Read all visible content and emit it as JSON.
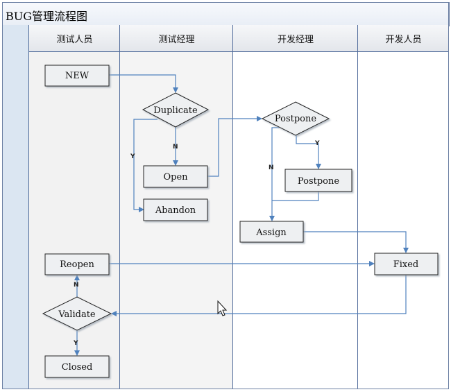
{
  "title": "BUG管理流程图",
  "lanes": [
    {
      "label": "测试人员"
    },
    {
      "label": "测试经理"
    },
    {
      "label": "开发经理"
    },
    {
      "label": "开发人员"
    }
  ],
  "nodes": {
    "new": "NEW",
    "duplicate": "Duplicate",
    "open": "Open",
    "abandon": "Abandon",
    "postpone_decision": "Postpone",
    "postpone_box": "Postpone",
    "assign": "Assign",
    "reopen": "Reopen",
    "fixed": "Fixed",
    "validate": "Validate",
    "closed": "Closed"
  },
  "edge_labels": {
    "duplicate_no": "N",
    "duplicate_yes": "Y",
    "postpone_yes": "Y",
    "postpone_no": "N",
    "validate_no": "N",
    "validate_yes": "Y"
  },
  "colors": {
    "line": "#4f81bd",
    "box_fill": "#eef0f2",
    "lane_tester_bg": "#f2f2f2",
    "lane_mgr_bg": "#f3f3f3"
  }
}
